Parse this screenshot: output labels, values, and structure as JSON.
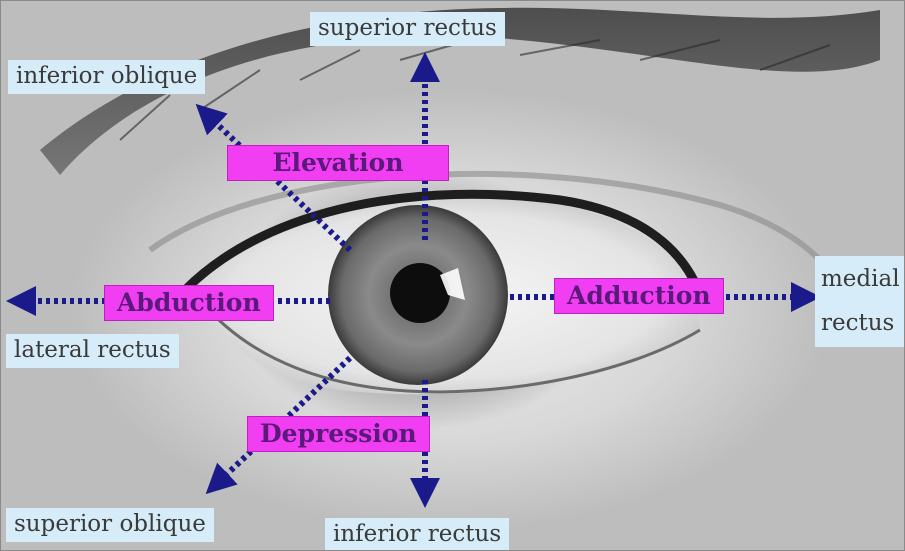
{
  "colors": {
    "arrow": "#1a1a8a",
    "movement_box": "#f23ef2",
    "muscle_box": "#d6ecf8",
    "movement_text": "#5a1a7a",
    "muscle_text": "#3a3a3a"
  },
  "muscles": {
    "superior_rectus": "superior rectus",
    "inferior_oblique": "inferior oblique",
    "medial_rectus_line1": "medial",
    "medial_rectus_line2": "rectus",
    "lateral_rectus": "lateral rectus",
    "superior_oblique": "superior oblique",
    "inferior_rectus": "inferior rectus"
  },
  "movements": {
    "elevation": "Elevation",
    "abduction": "Abduction",
    "adduction": "Adduction",
    "depression": "Depression"
  }
}
